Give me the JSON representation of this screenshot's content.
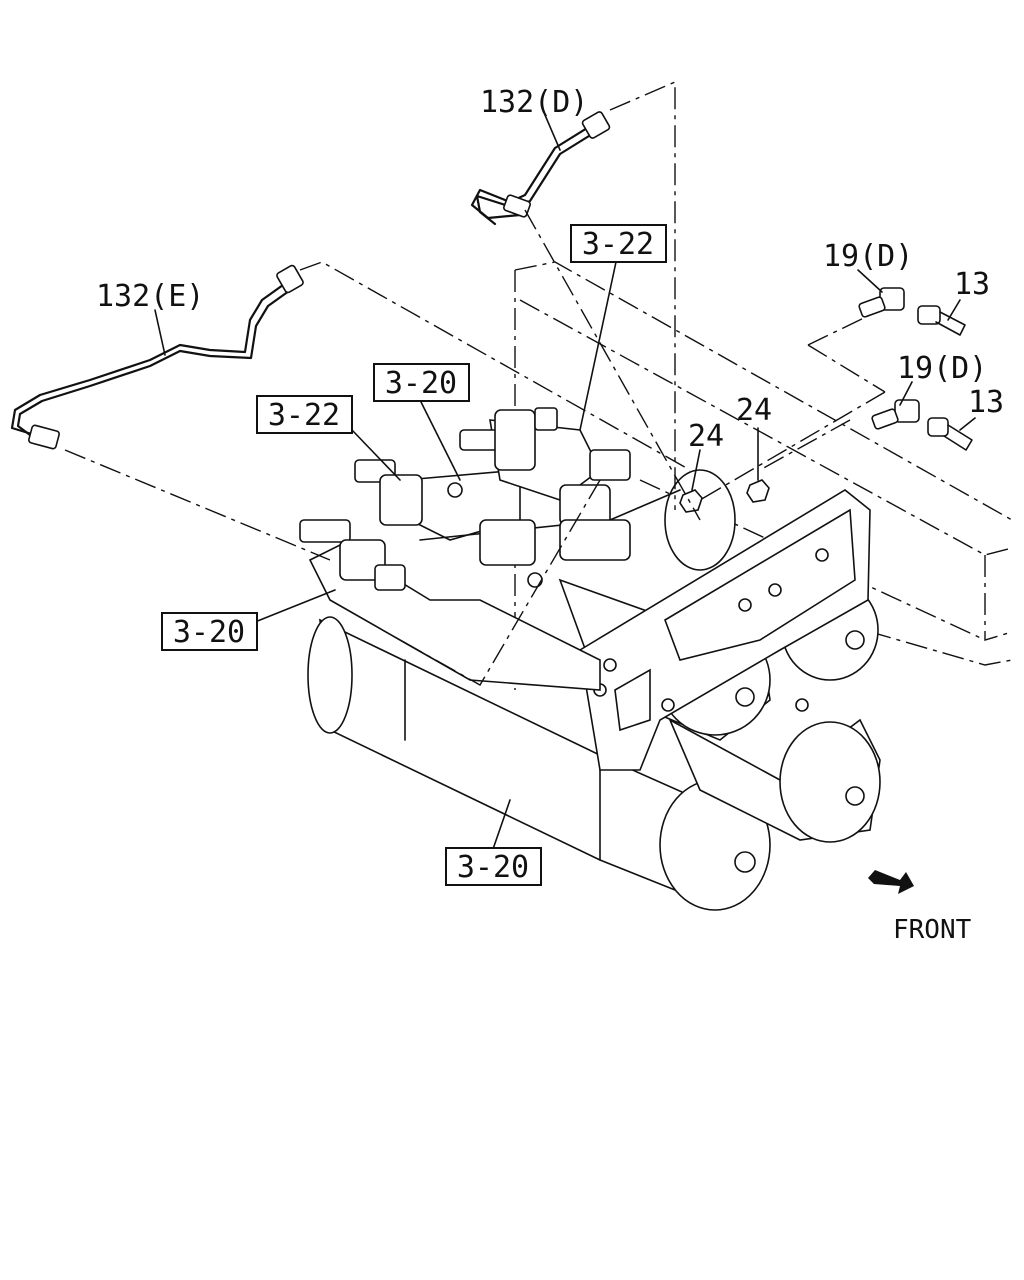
{
  "labels": {
    "pipe_132d": "132(D)",
    "pipe_132e": "132(E)",
    "ref_3_22_top": "3-22",
    "ref_3_22_left": "3-22",
    "ref_3_20_top": "3-20",
    "ref_3_20_left": "3-20",
    "ref_3_20_bottom": "3-20",
    "connector_19d_upper": "19(D)",
    "connector_19d_lower": "19(D)",
    "hose_13_upper": "13",
    "hose_13_lower": "13",
    "nut_24_left": "24",
    "nut_24_right": "24",
    "front": "FRONT"
  }
}
